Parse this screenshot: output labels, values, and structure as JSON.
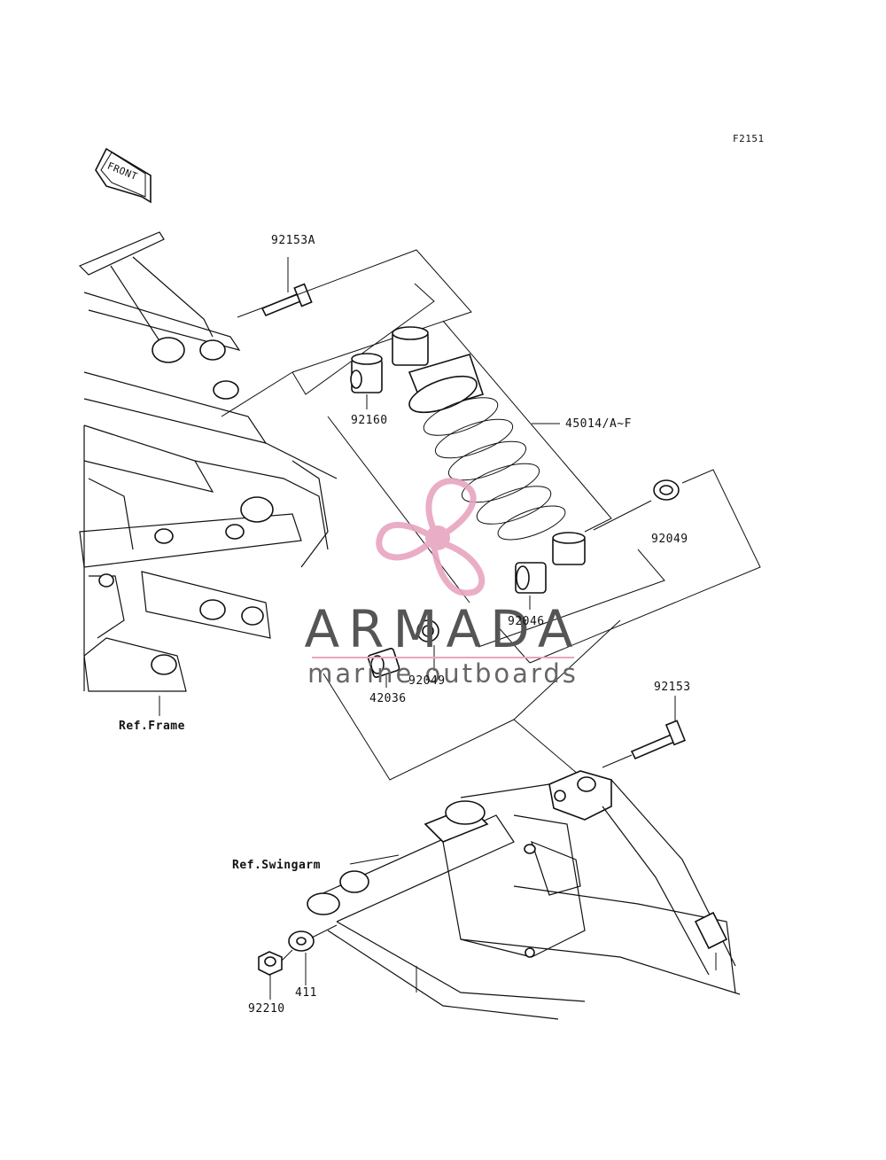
{
  "diagram": {
    "code": "F2151",
    "front_label": "FRONT",
    "part_labels": {
      "p92153A": "92153A",
      "p92160": "92160",
      "p45014": "45014/A~F",
      "p92049_right": "92049",
      "p92046": "92046",
      "p92049_left": "92049",
      "p42036": "42036",
      "p92153": "92153",
      "p411": "411",
      "p92210": "92210"
    },
    "ref_labels": {
      "frame": "Ref.Frame",
      "swingarm": "Ref.Swingarm"
    }
  },
  "watermark": {
    "name": "ARMADA",
    "tagline": "marine outboards",
    "logo_color": "#e8a5c0",
    "text_color": "#555555"
  }
}
